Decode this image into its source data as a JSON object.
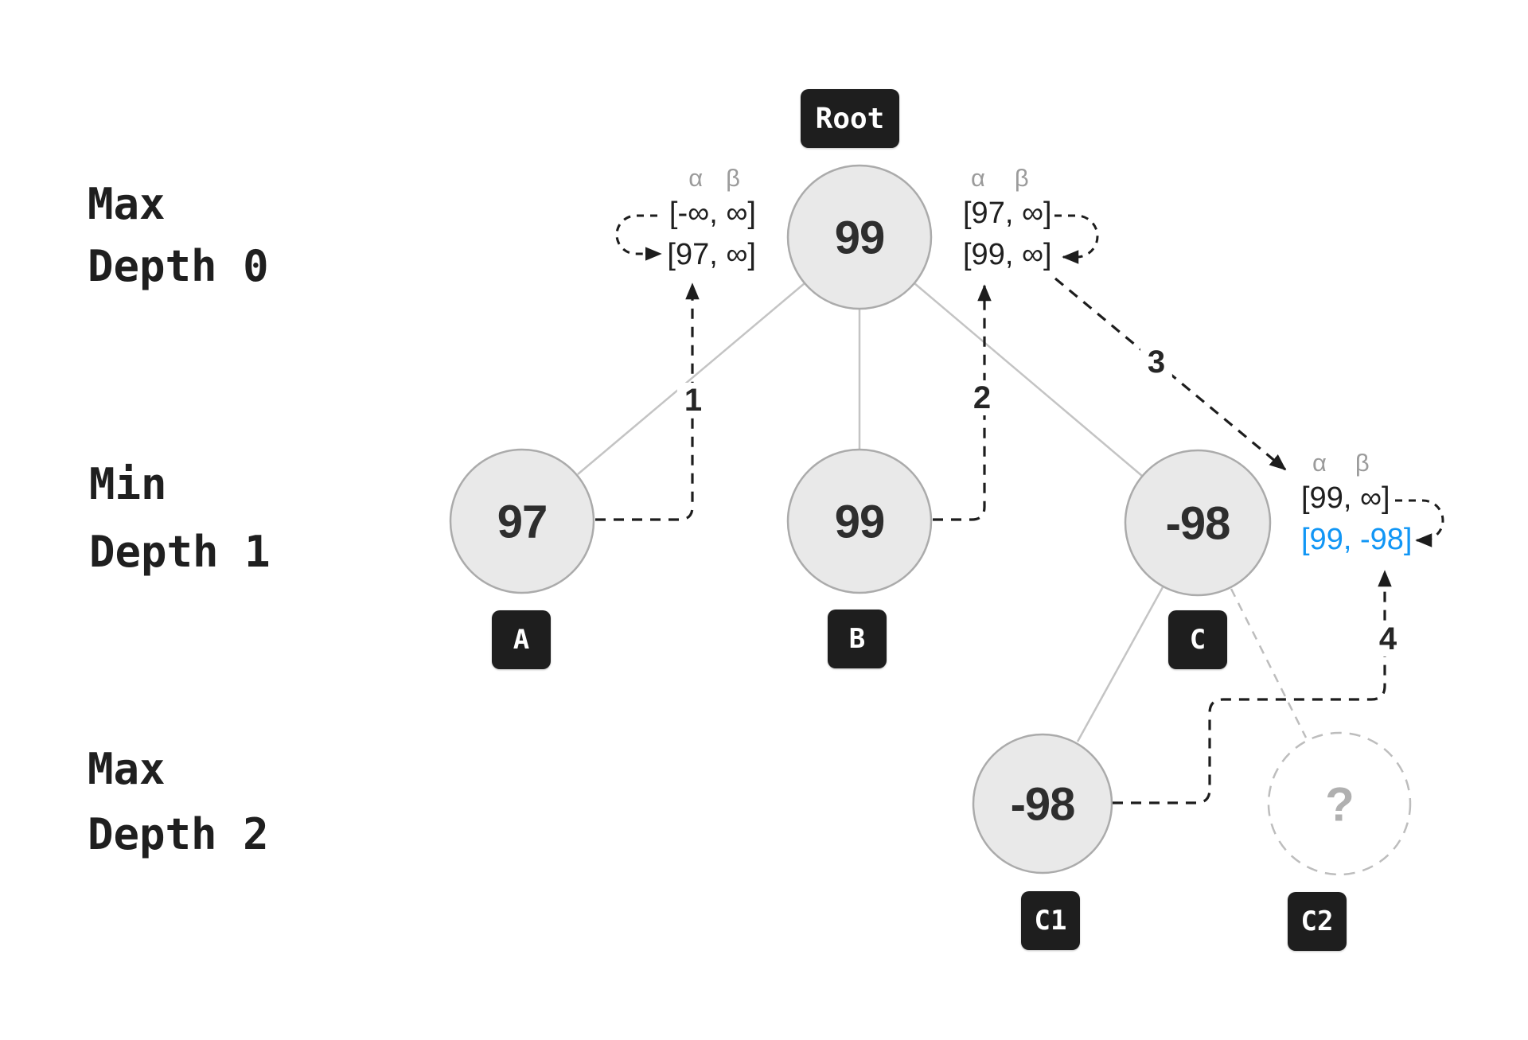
{
  "diagram": {
    "row_labels": [
      {
        "line1": "Max",
        "line2": "Depth 0"
      },
      {
        "line1": "Min",
        "line2": "Depth 1"
      },
      {
        "line1": "Max",
        "line2": "Depth 2"
      }
    ],
    "nodes": {
      "root": {
        "value": "99",
        "badge": "Root"
      },
      "a": {
        "value": "97",
        "badge": "A"
      },
      "b": {
        "value": "99",
        "badge": "B"
      },
      "c": {
        "value": "-98",
        "badge": "C"
      },
      "c1": {
        "value": "-98",
        "badge": "C1"
      },
      "c2": {
        "value": "?",
        "badge": "C2"
      }
    },
    "annotations": {
      "root_left": {
        "alpha": "α",
        "beta": "β",
        "row1": "[-∞, ∞]",
        "row2": "[97, ∞]"
      },
      "root_right": {
        "alpha": "α",
        "beta": "β",
        "row1": "[97, ∞]",
        "row2": "[99, ∞]"
      },
      "c_right": {
        "alpha": "α",
        "beta": "β",
        "row1": "[99, ∞]",
        "row2": "[99, -98]"
      }
    },
    "steps": {
      "s1": "1",
      "s2": "2",
      "s3": "3",
      "s4": "4"
    },
    "colors": {
      "highlight_blue": "#1196F5",
      "node_fill": "#e9e9e9",
      "node_stroke": "#ababab",
      "edge_gray": "#c4c4c4",
      "badge_bg": "#1e1e1e",
      "arrow_dark": "#1d1d1d"
    }
  }
}
